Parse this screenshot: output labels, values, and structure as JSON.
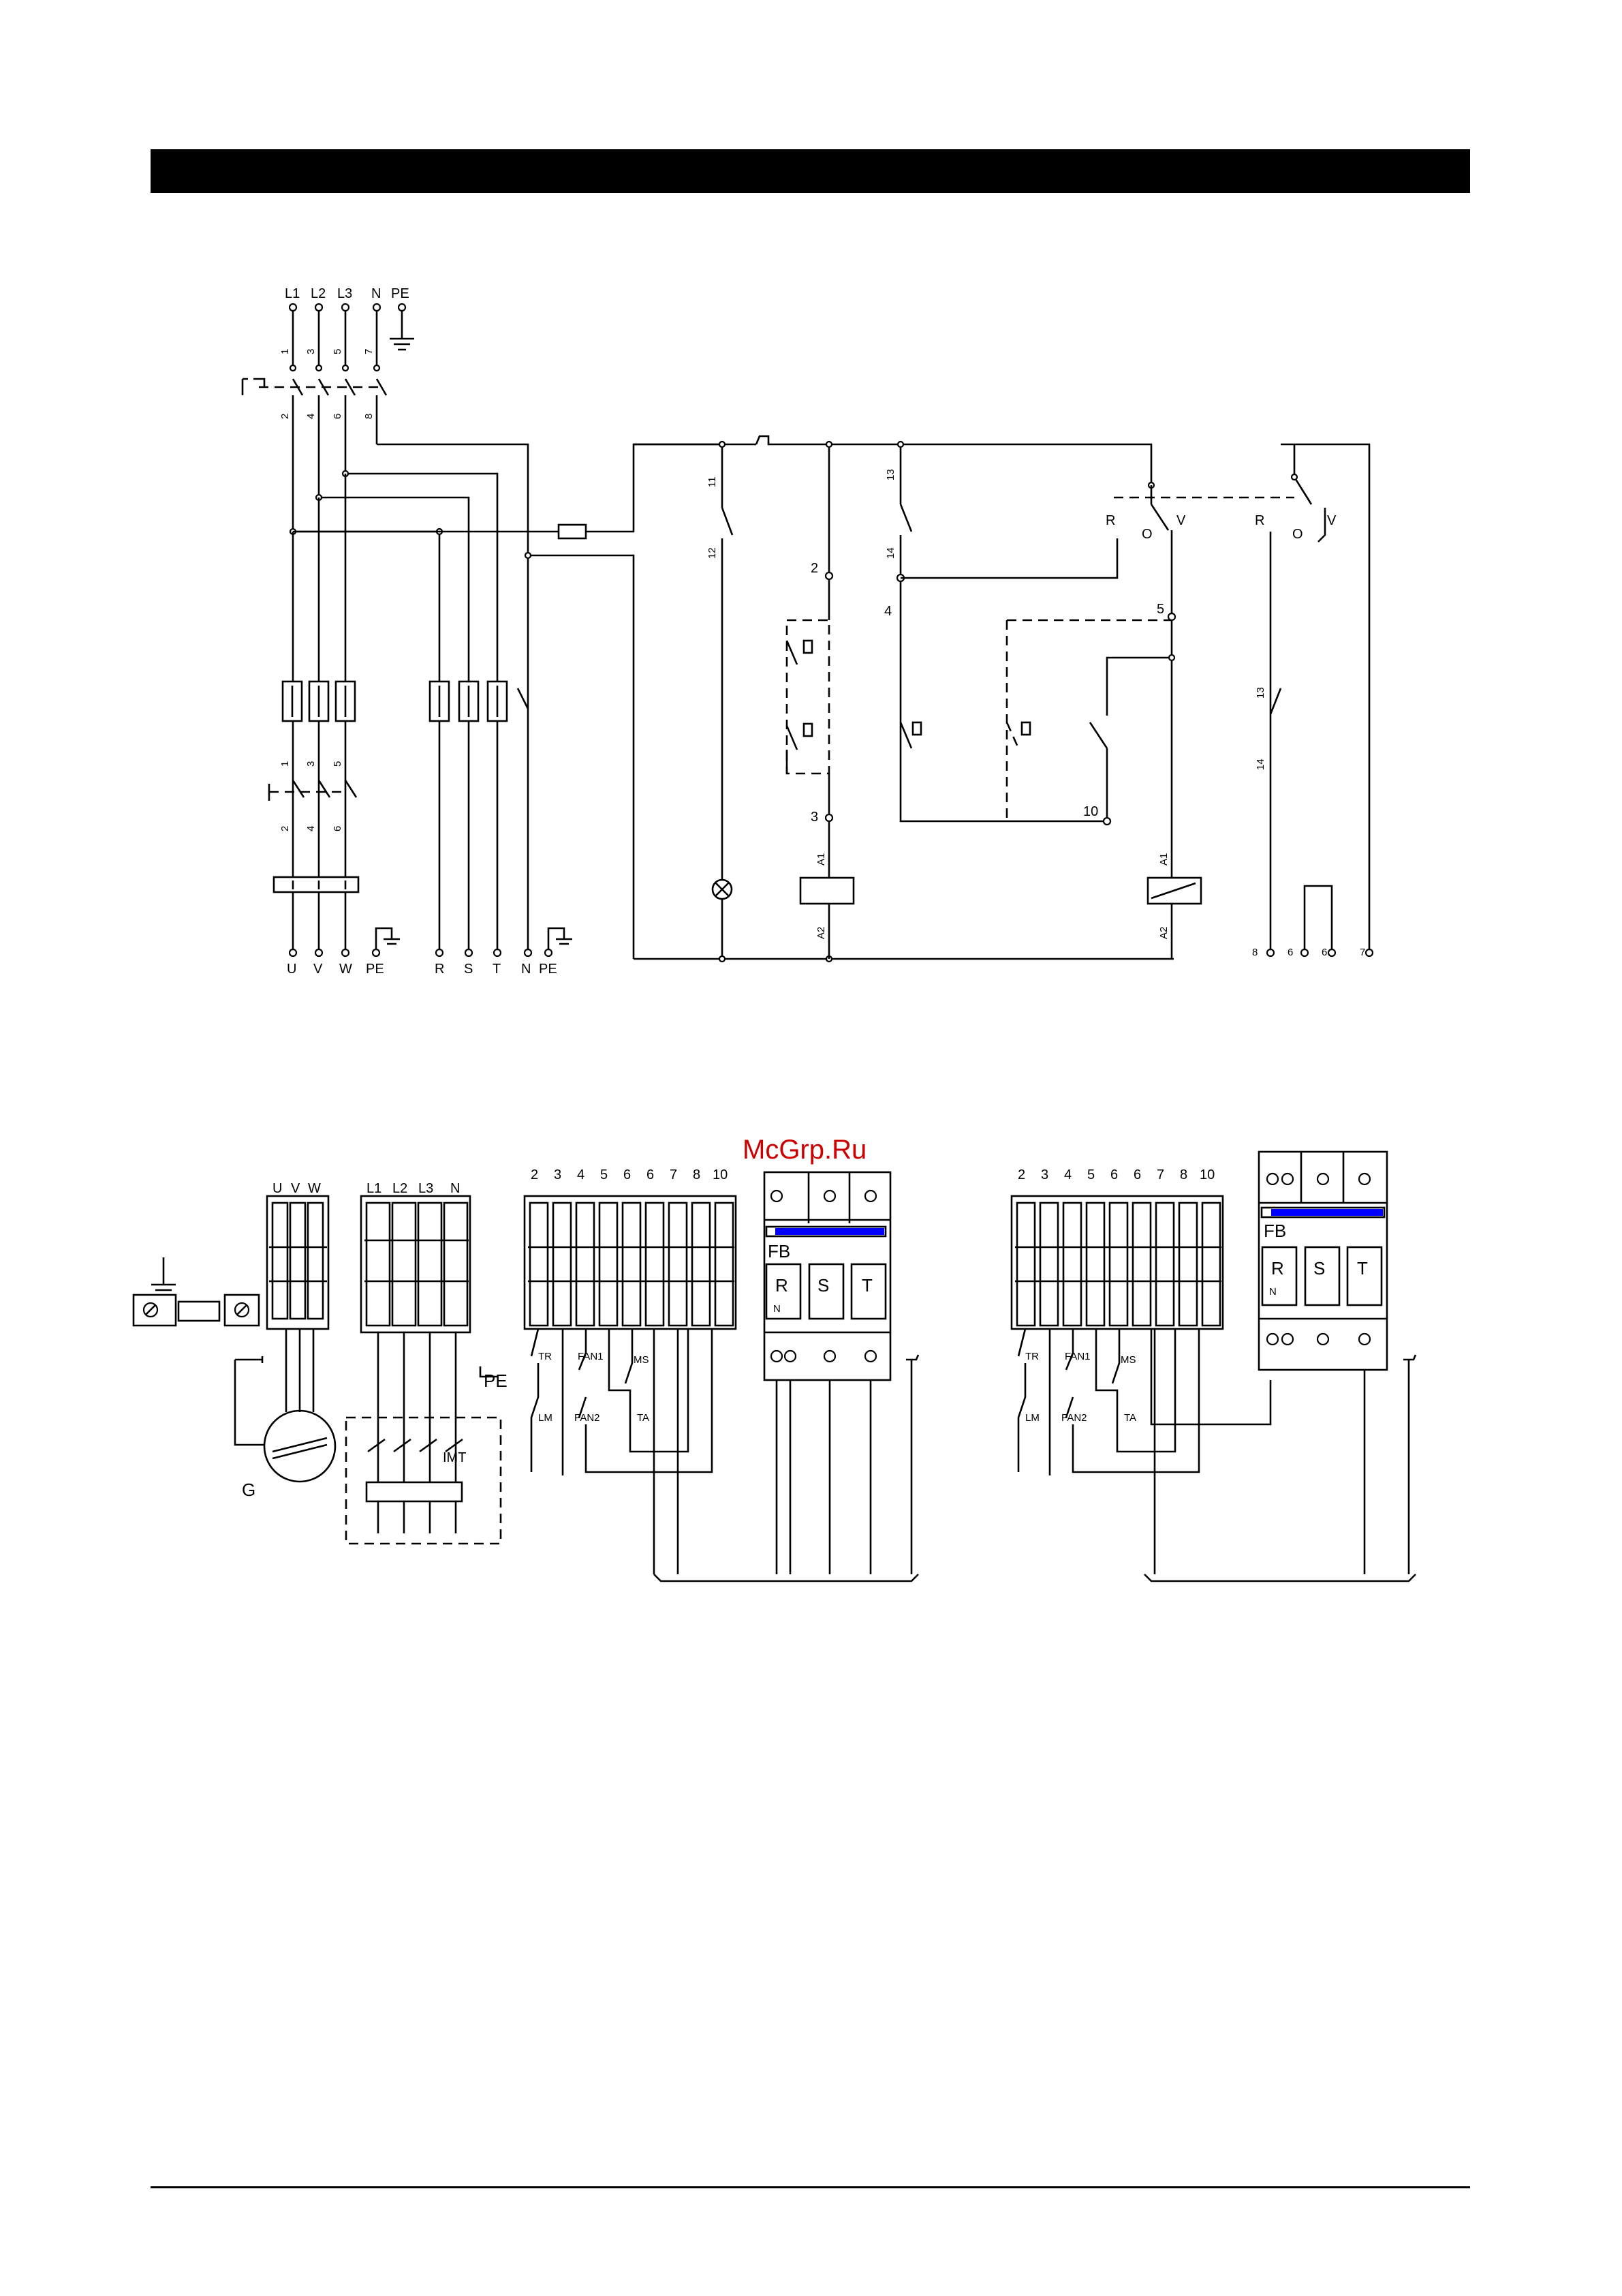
{
  "watermark": "McGrp.Ru",
  "schematic": {
    "supply_labels": [
      "L1",
      "L2",
      "L3",
      "N",
      "PE"
    ],
    "main_switch_top_numbers": [
      "1",
      "3",
      "5",
      "7"
    ],
    "main_switch_bottom_numbers": [
      "2",
      "4",
      "6",
      "8"
    ],
    "breaker_top_numbers": [
      "1",
      "3",
      "5"
    ],
    "breaker_bottom_numbers": [
      "2",
      "4",
      "6"
    ],
    "motor_output_labels": [
      "U",
      "V",
      "W",
      "PE"
    ],
    "auxiliary_output_labels": [
      "R",
      "S",
      "T",
      "N",
      "PE"
    ],
    "contact_11_12": [
      "11",
      "12"
    ],
    "contact_13_14": [
      "13",
      "14"
    ],
    "contact_13_14_right": [
      "13",
      "14"
    ],
    "node_numbers": [
      "2",
      "4",
      "5",
      "3",
      "10"
    ],
    "coil_labels": [
      "A1",
      "A2",
      "A1",
      "A2"
    ],
    "selector_labels": [
      "R",
      "O",
      "V",
      "R",
      "O",
      "V"
    ],
    "bottom_terminals": [
      "8",
      "6",
      "6",
      "7"
    ]
  },
  "wiring": {
    "motor_terminal_labels": [
      "U",
      "V",
      "W"
    ],
    "mains_terminal_labels": [
      "L1",
      "L2",
      "L3",
      "N"
    ],
    "generator_label": "G",
    "pe_label": "PE",
    "imt_label": "IMT",
    "left_terminal_numbers": [
      "2",
      "3",
      "4",
      "5",
      "6",
      "6",
      "7",
      "8",
      "10"
    ],
    "right_terminal_numbers": [
      "2",
      "3",
      "4",
      "5",
      "6",
      "6",
      "7",
      "8",
      "10"
    ],
    "device_labels": [
      "TR",
      "FAN1",
      "MS",
      "LM",
      "FAN2",
      "TA"
    ],
    "fb_label": "FB",
    "fb_phases": [
      "R",
      "S",
      "T"
    ],
    "fb_n": "N",
    "accent_blue": "#0000ff"
  }
}
